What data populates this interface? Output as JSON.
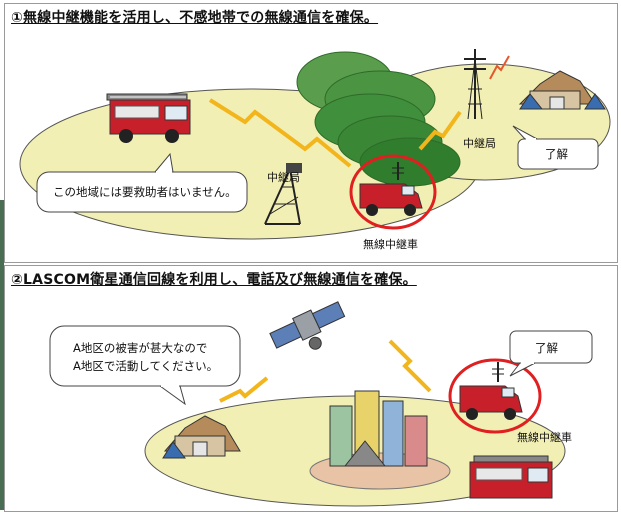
{
  "panel1": {
    "title": "①無線中継機能を活用し、不感地帯での無線通信を確保。",
    "bubble_left": "この地域には要救助者はいません。",
    "bubble_right": "了解",
    "relay_station_left": "中継局",
    "relay_station_right": "中継局",
    "relay_vehicle": "無線中継車"
  },
  "panel2": {
    "title": "②LASCOM衛星通信回線を利用し、電話及び無線通信を確保。",
    "bubble_left_line1": "A地区の被害が甚大なので",
    "bubble_left_line2": "A地区で活動してください。",
    "bubble_right": "了解",
    "relay_vehicle": "無線中継車"
  },
  "colors": {
    "ellipse_fill": "#f2efb4",
    "mountain_green": "#3f8f3c",
    "truck_red": "#c8202a",
    "highlight_circle": "#e02020",
    "lightning": "#f2b51c"
  }
}
